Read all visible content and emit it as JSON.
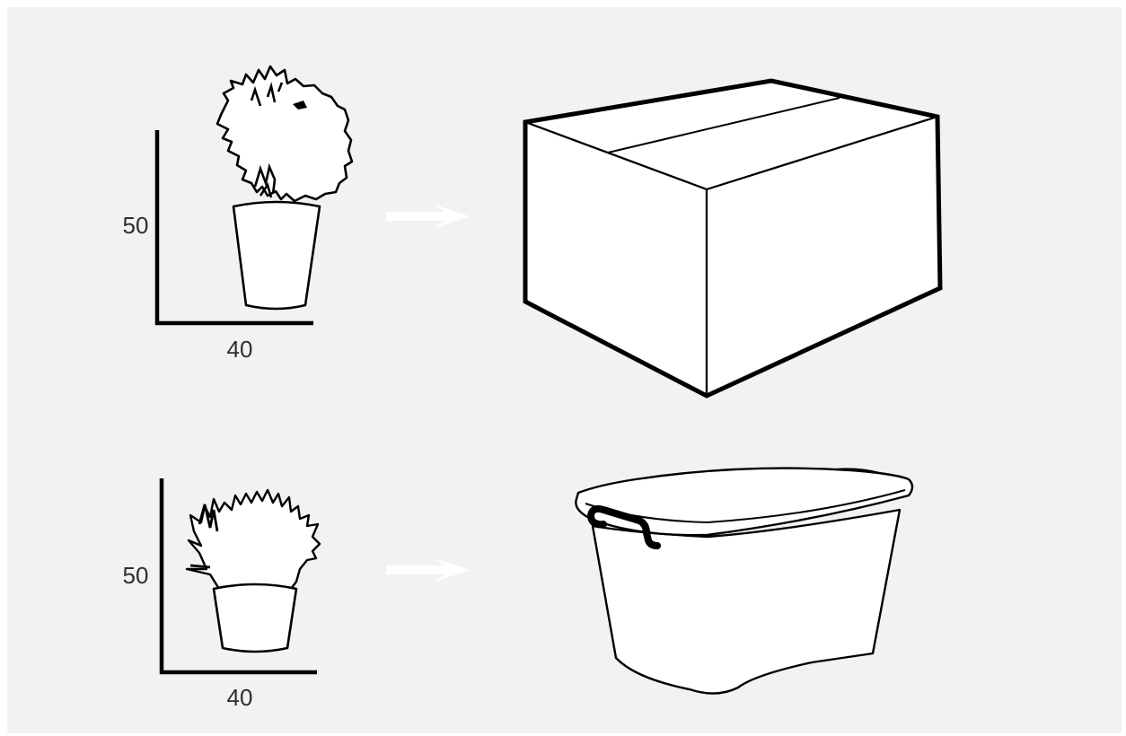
{
  "colors": {
    "background": "#f2f2f2",
    "outline": "#000000",
    "fill": "#ffffff",
    "arrow": "#ffffff",
    "label": "#2e2e2e"
  },
  "rows": [
    {
      "plant": {
        "height_label": "50",
        "width_label": "40",
        "icon": "bushy-round-plant-in-pot"
      },
      "arrow_icon": "right-arrow",
      "container": {
        "icon": "cardboard-box"
      }
    },
    {
      "plant": {
        "height_label": "50",
        "width_label": "40",
        "icon": "grassy-plant-in-pot"
      },
      "arrow_icon": "right-arrow",
      "container": {
        "icon": "plastic-storage-box-with-lid"
      }
    }
  ]
}
